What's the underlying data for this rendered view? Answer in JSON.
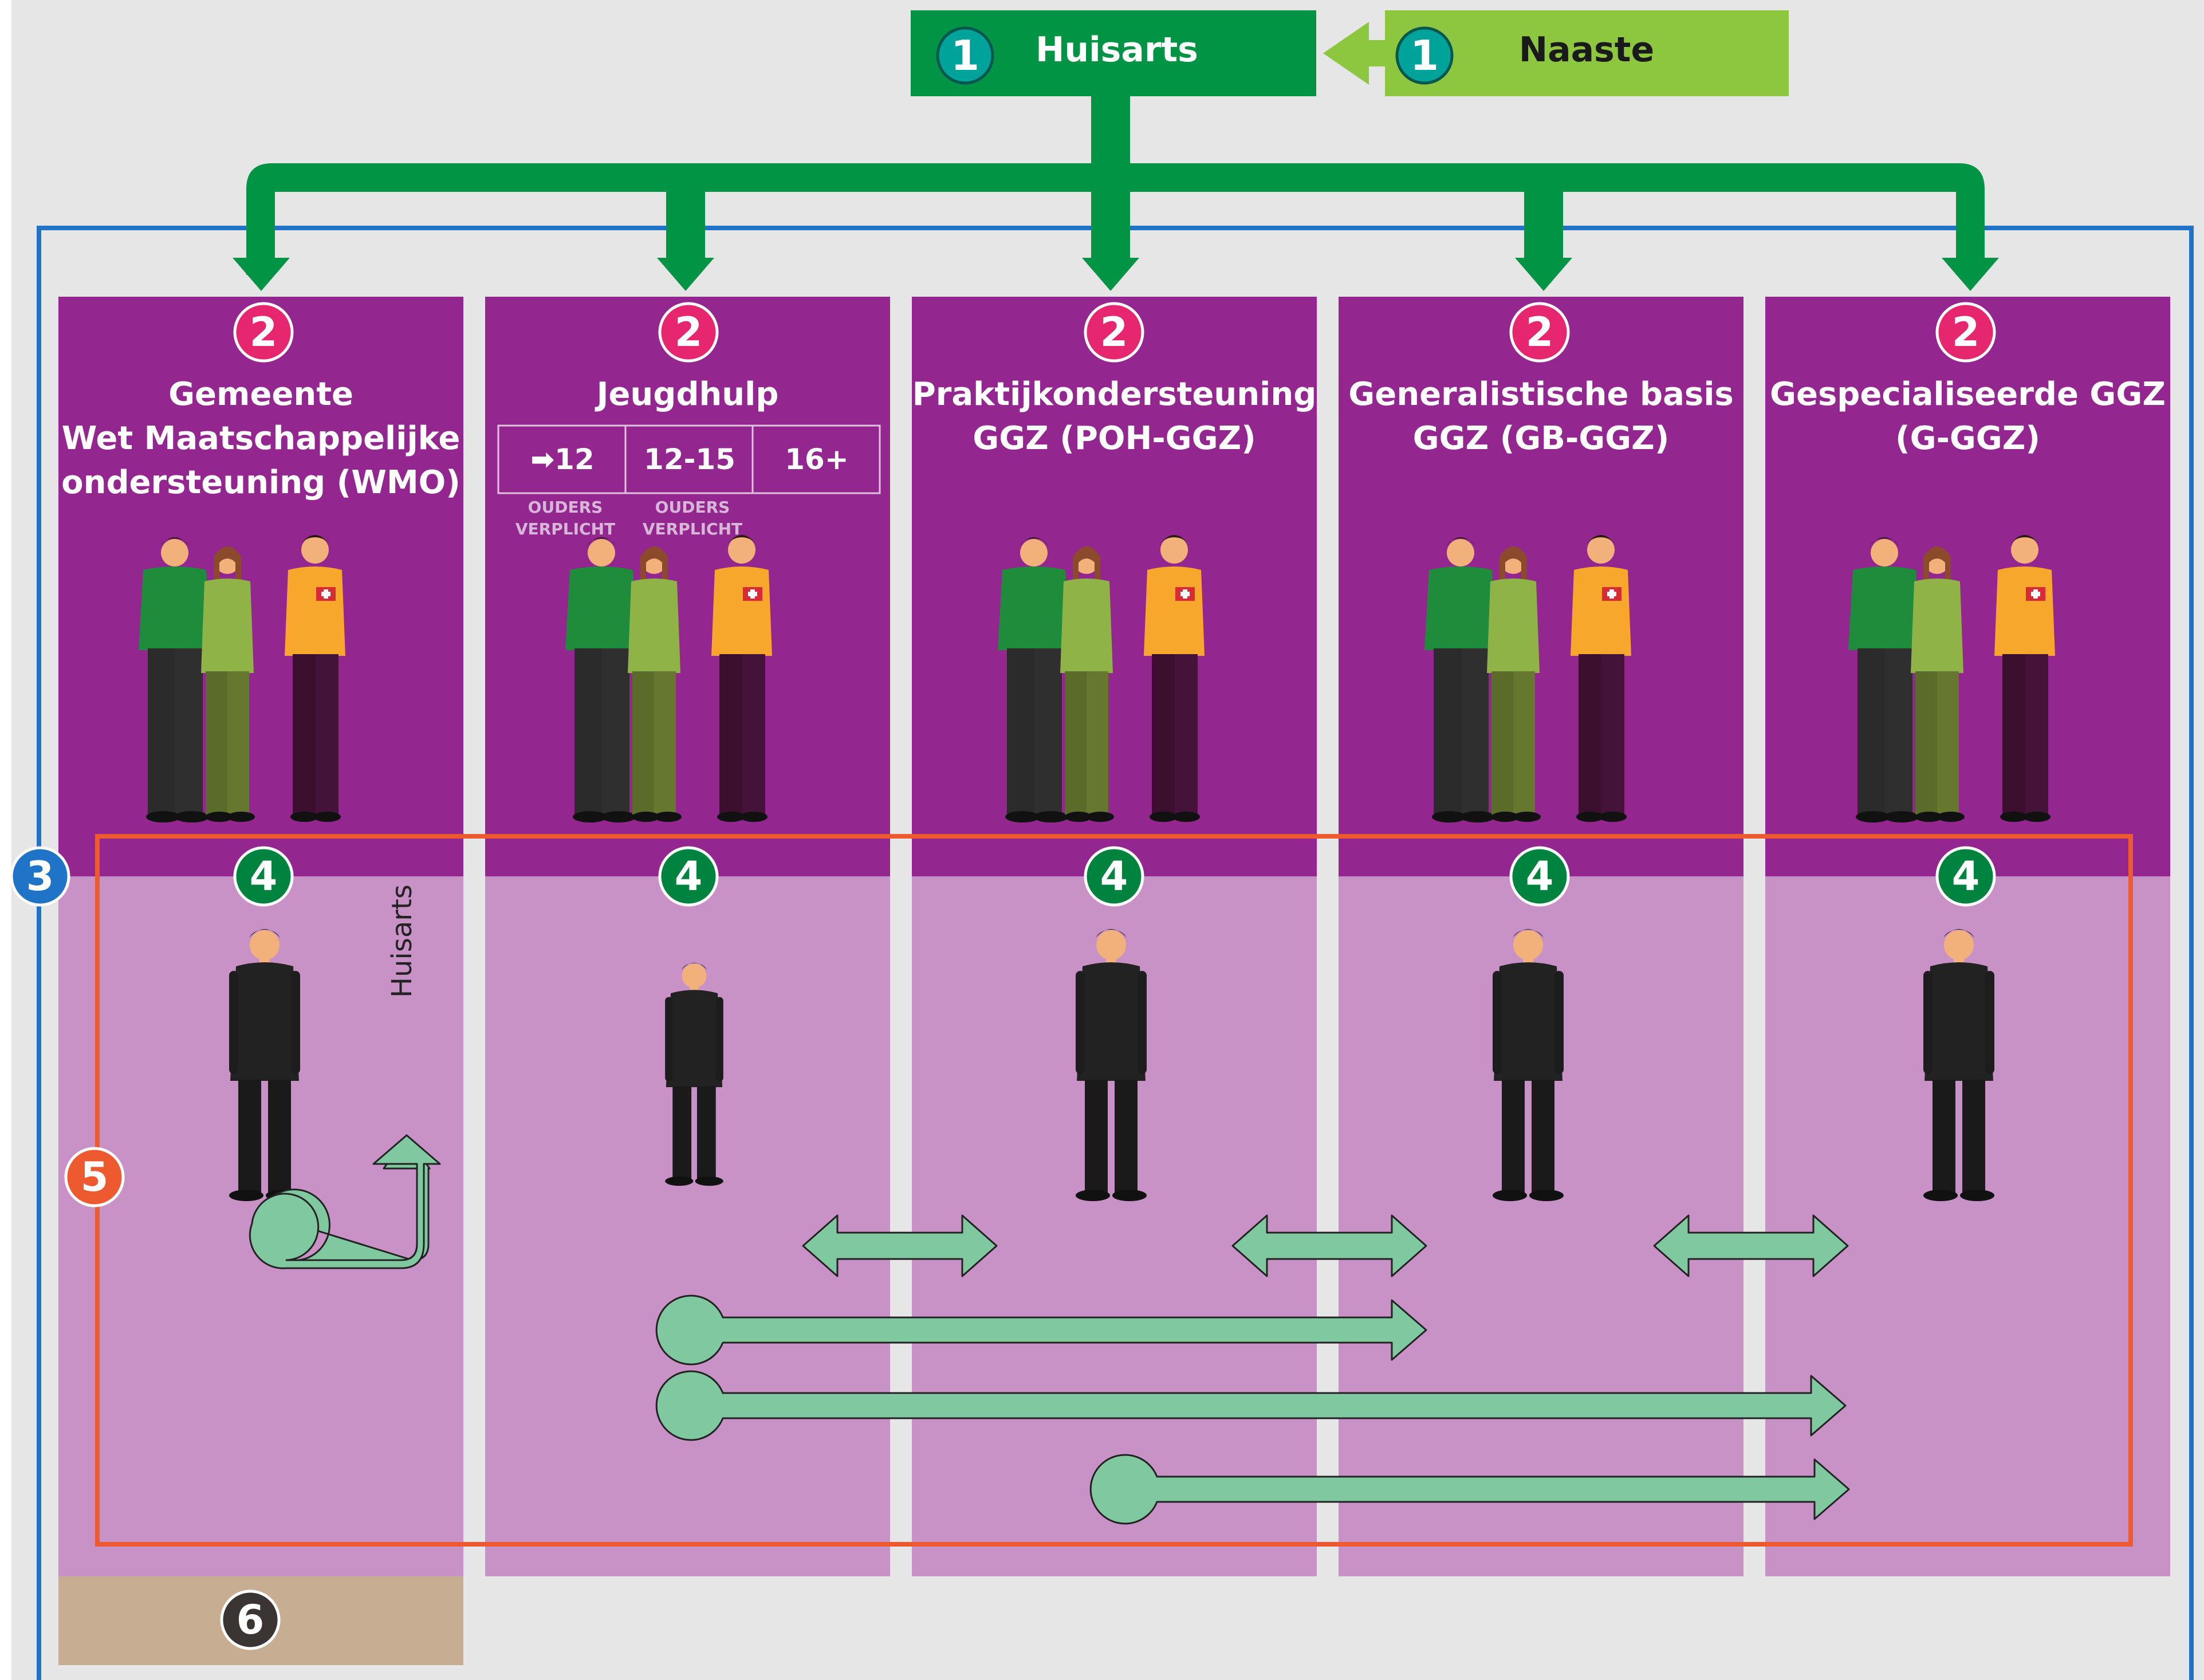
{
  "top": {
    "huisarts": {
      "badge": "1",
      "label": "Huisarts"
    },
    "naaste": {
      "badge": "1",
      "label": "Naaste"
    }
  },
  "columns": [
    {
      "badge": "2",
      "title_lines": [
        "Gemeente",
        "Wet Maatschappelijke",
        "ondersteuning (WMO)"
      ],
      "person_badge": "4"
    },
    {
      "badge": "2",
      "title_lines": [
        "Jeugdhulp"
      ],
      "person_badge": "4",
      "age_groups": [
        {
          "label": "➡12",
          "note": "OUDERS VERPLICHT"
        },
        {
          "label": "12-15",
          "note": "OUDERS VERPLICHT"
        },
        {
          "label": "16+",
          "note": ""
        }
      ]
    },
    {
      "badge": "2",
      "title_lines": [
        "Praktijkondersteuning",
        "GGZ (POH-GGZ)"
      ],
      "person_badge": "4"
    },
    {
      "badge": "2",
      "title_lines": [
        "Generalistische basis",
        "GGZ (GB-GGZ)"
      ],
      "person_badge": "4"
    },
    {
      "badge": "2",
      "title_lines": [
        "Gespecialiseerde GGZ",
        "(G-GGZ)"
      ],
      "person_badge": "4"
    }
  ],
  "markers": {
    "outer_frame_badge": "3",
    "inner_frame_badge": "5",
    "bottom_box_badge": "6"
  },
  "return_arrow_label": "Huisarts",
  "colors": {
    "background": "#e6e6e6",
    "dark_green": "#009444",
    "light_green": "#8dc63f",
    "teal_badge": "#00a39a",
    "purple_dark": "#93278f",
    "purple_light": "#c992c6",
    "pink_badge": "#e6266e",
    "green_badge": "#00833e",
    "blue_frame": "#1f74c8",
    "orange_frame": "#ee5a2f",
    "mint_arrow": "#80c9a0",
    "tan_box": "#c7ae93",
    "dark_badge": "#3a3533"
  }
}
